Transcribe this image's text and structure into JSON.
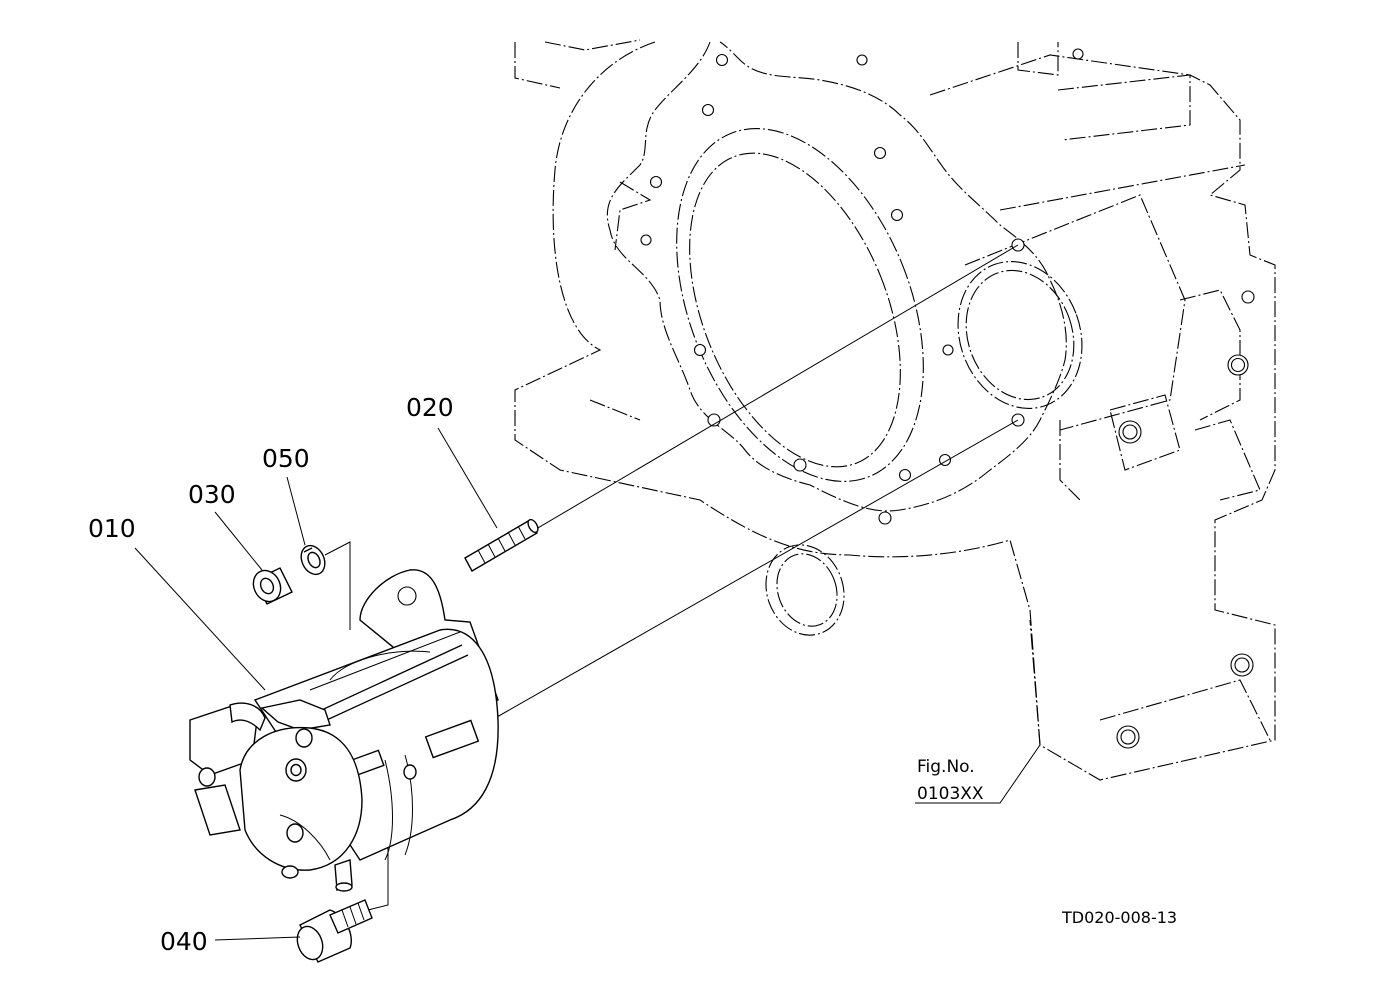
{
  "callouts": {
    "p010": "010",
    "p020": "020",
    "p030": "030",
    "p040": "040",
    "p050": "050"
  },
  "figure_ref": {
    "line1": "Fig.No.",
    "line2": "0103XX"
  },
  "drawing_code": "TD020-008-13"
}
